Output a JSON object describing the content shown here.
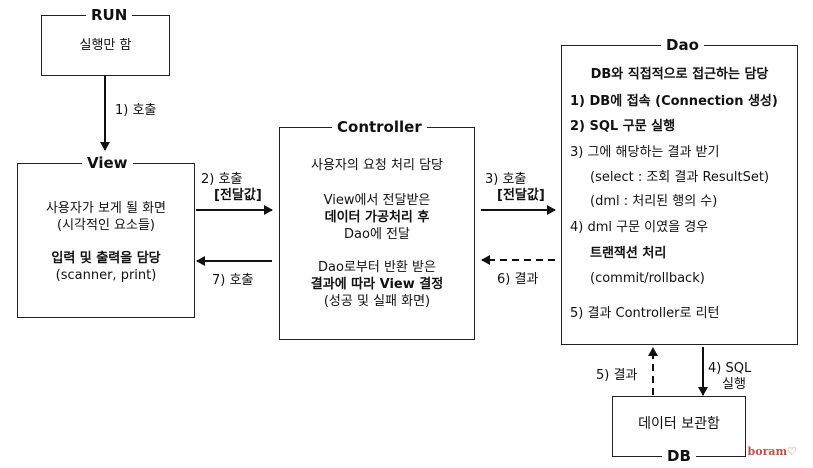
{
  "run": {
    "title": "RUN",
    "text": "실행만 함"
  },
  "view": {
    "title": "View",
    "line1": "사용자가 보게 될 화면",
    "line2": "(시각적인 요소들)",
    "line3": "입력 및 출력을 담당",
    "line4": "(scanner, print)"
  },
  "controller": {
    "title": "Controller",
    "line1": "사용자의 요청 처리 담당",
    "line2": "View에서 전달받은",
    "line3": "데이터 가공처리 후",
    "line4": "Dao에 전달",
    "line5": "Dao로부터 반환 받은",
    "line6": "결과에 따라 View 결정",
    "line7": "(성공 및 실패 화면)"
  },
  "dao": {
    "title": "Dao",
    "line1": "DB와 직접적으로 접근하는 담당",
    "item1": "1)  DB에 접속 (Connection 생성)",
    "item2": "2)  SQL 구문 실행",
    "item3": "3)  그에 해당하는 결과 받기",
    "item3a": "(select : 조회 결과 ResultSet)",
    "item3b": "(dml : 처리된 행의 수)",
    "item4": "4)  dml 구문 이였을 경우",
    "item4a": "트랜잭션 처리",
    "item4b": "(commit/rollback)",
    "item5": "5) 결과 Controller로 리턴"
  },
  "db": {
    "title": "DB",
    "text": "데이터 보관함"
  },
  "arrows": {
    "a1": "1) 호출",
    "a2_1": "2)   호출",
    "a2_2": "[전달값]",
    "a3_1": "3)   호출",
    "a3_2": "[전달값]",
    "a4_1": "4) SQL",
    "a4_2": "실행",
    "a5": "5) 결과",
    "a6": "6) 결과",
    "a7": "7) 호출"
  },
  "watermark": "boram♡"
}
